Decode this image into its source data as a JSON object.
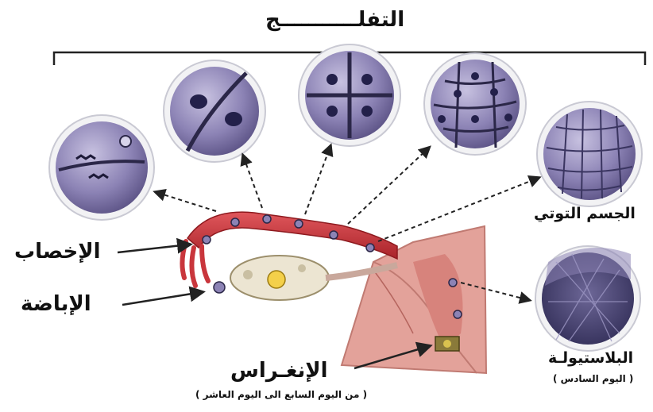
{
  "title": "التفلـــــــــــج",
  "labels": {
    "fertilization": "الإخصاب",
    "ovulation": "الإباضة",
    "implantation": "الإنغـراس",
    "implantation_note": "( من اليوم السابع الى اليوم العاشر )",
    "morula": "الجسم التوتي",
    "blastocyst": "البلاستيولـة",
    "blastocyst_note": "( اليوم السادس )"
  },
  "colors": {
    "cell_fill": "#8c83b5",
    "cell_dark": "#5b5285",
    "nucleus": "#23204a",
    "tube": "#c9363c",
    "tissue": "#e3a29a",
    "ovary": "#ece5d2"
  }
}
